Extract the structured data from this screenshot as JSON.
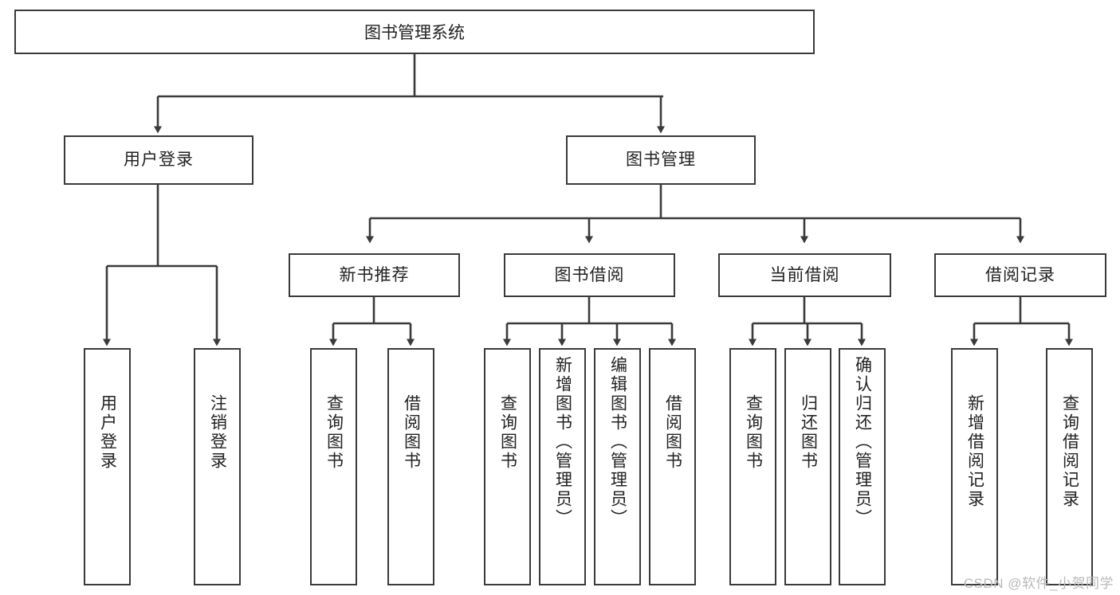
{
  "diagram": {
    "type": "tree",
    "title": "图书管理系统",
    "root": {
      "label": "图书管理系统"
    },
    "level2": [
      {
        "label": "用户登录"
      },
      {
        "label": "图书管理"
      }
    ],
    "level3": [
      {
        "label": "新书推荐"
      },
      {
        "label": "图书借阅"
      },
      {
        "label": "当前借阅"
      },
      {
        "label": "借阅记录"
      }
    ],
    "leaves": {
      "user_login": [
        {
          "label": "用户登录"
        },
        {
          "label": "注销登录"
        }
      ],
      "new_book_recommend": [
        {
          "label": "查询图书"
        },
        {
          "label": "借阅图书"
        }
      ],
      "book_borrow": [
        {
          "label": "查询图书"
        },
        {
          "label": "新增图书（管理员）"
        },
        {
          "label": "编辑图书（管理员）"
        },
        {
          "label": "借阅图书"
        }
      ],
      "current_borrow": [
        {
          "label": "查询图书"
        },
        {
          "label": "归还图书"
        },
        {
          "label": "确认归还（管理员）"
        }
      ],
      "borrow_record": [
        {
          "label": "新增借阅记录"
        },
        {
          "label": "查询借阅记录"
        }
      ]
    },
    "watermark": "CSDN @软件_小贺同学",
    "colors": {
      "stroke": "#3a3a3a",
      "fill": "#ffffff",
      "text": "#222222",
      "watermark": "#b9b9b9"
    }
  }
}
